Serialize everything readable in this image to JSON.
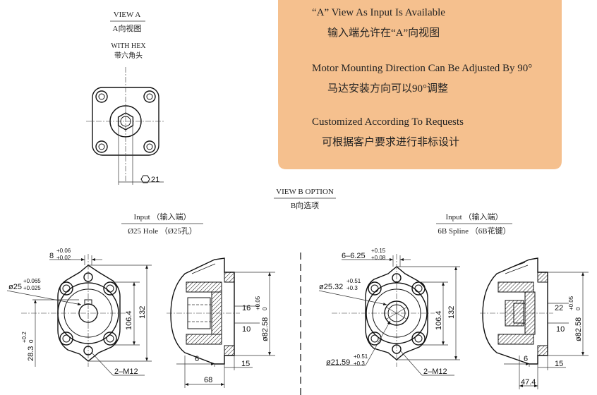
{
  "view_a": {
    "title": "VIEW A",
    "title_cn": "A向视图",
    "hex_label": "WITH HEX",
    "hex_label_cn": "带六角头",
    "hex_size": "21"
  },
  "notes": {
    "line1_en": "“A” View As Input Is Available",
    "line1_cn": "输入端允许在“A”向视图",
    "line2_en": "Motor Mounting Direction Can Be Adjusted By 90°",
    "line2_cn": "马达安装方向可以90°调整",
    "line3_en": "Customized According To Requests",
    "line3_cn": "可根据客户要求进行非标设计"
  },
  "view_b": {
    "title": "VIEW B OPTION",
    "title_cn": "B向选项"
  },
  "option_left": {
    "input_label": "Input （输入端）",
    "input_spec": "Ø25 Hole （Ø25孔）",
    "key_width": "8",
    "key_tol_upper": "+0.06",
    "key_tol_lower": "+0.02",
    "bore_dia": "ø25",
    "bore_tol_upper": "+0.065",
    "bore_tol_lower": "+0.025",
    "key_height": "28.3",
    "key_height_tol_upper": "+0.2",
    "key_height_tol_lower": "0",
    "dim_106": "106.4",
    "dim_132": "132",
    "thread": "2–M12",
    "side_16": "16",
    "side_10": "10",
    "pilot_dia": "ø82.58",
    "pilot_tol_upper": "+0.05",
    "pilot_tol_lower": "0",
    "side_6": "6",
    "side_15": "15",
    "side_68": "68"
  },
  "option_right": {
    "input_label": "Input （输入端）",
    "input_spec": "6B Spline （6B花键）",
    "spline_width": "6–6.25",
    "spline_tol_upper": "+0.15",
    "spline_tol_lower": "+0.08",
    "major_dia": "ø25.32",
    "major_tol_upper": "+0.51",
    "major_tol_lower": "+0.3",
    "minor_dia": "ø21.59",
    "minor_tol_upper": "+0.51",
    "minor_tol_lower": "+0.3",
    "dim_106": "106.4",
    "dim_132": "132",
    "thread": "2–M12",
    "side_22": "22",
    "side_10": "10",
    "pilot_dia": "ø82.58",
    "pilot_tol_upper": "+0.05",
    "pilot_tol_lower": "0",
    "side_6": "6",
    "side_15": "15",
    "side_47": "47.4"
  }
}
